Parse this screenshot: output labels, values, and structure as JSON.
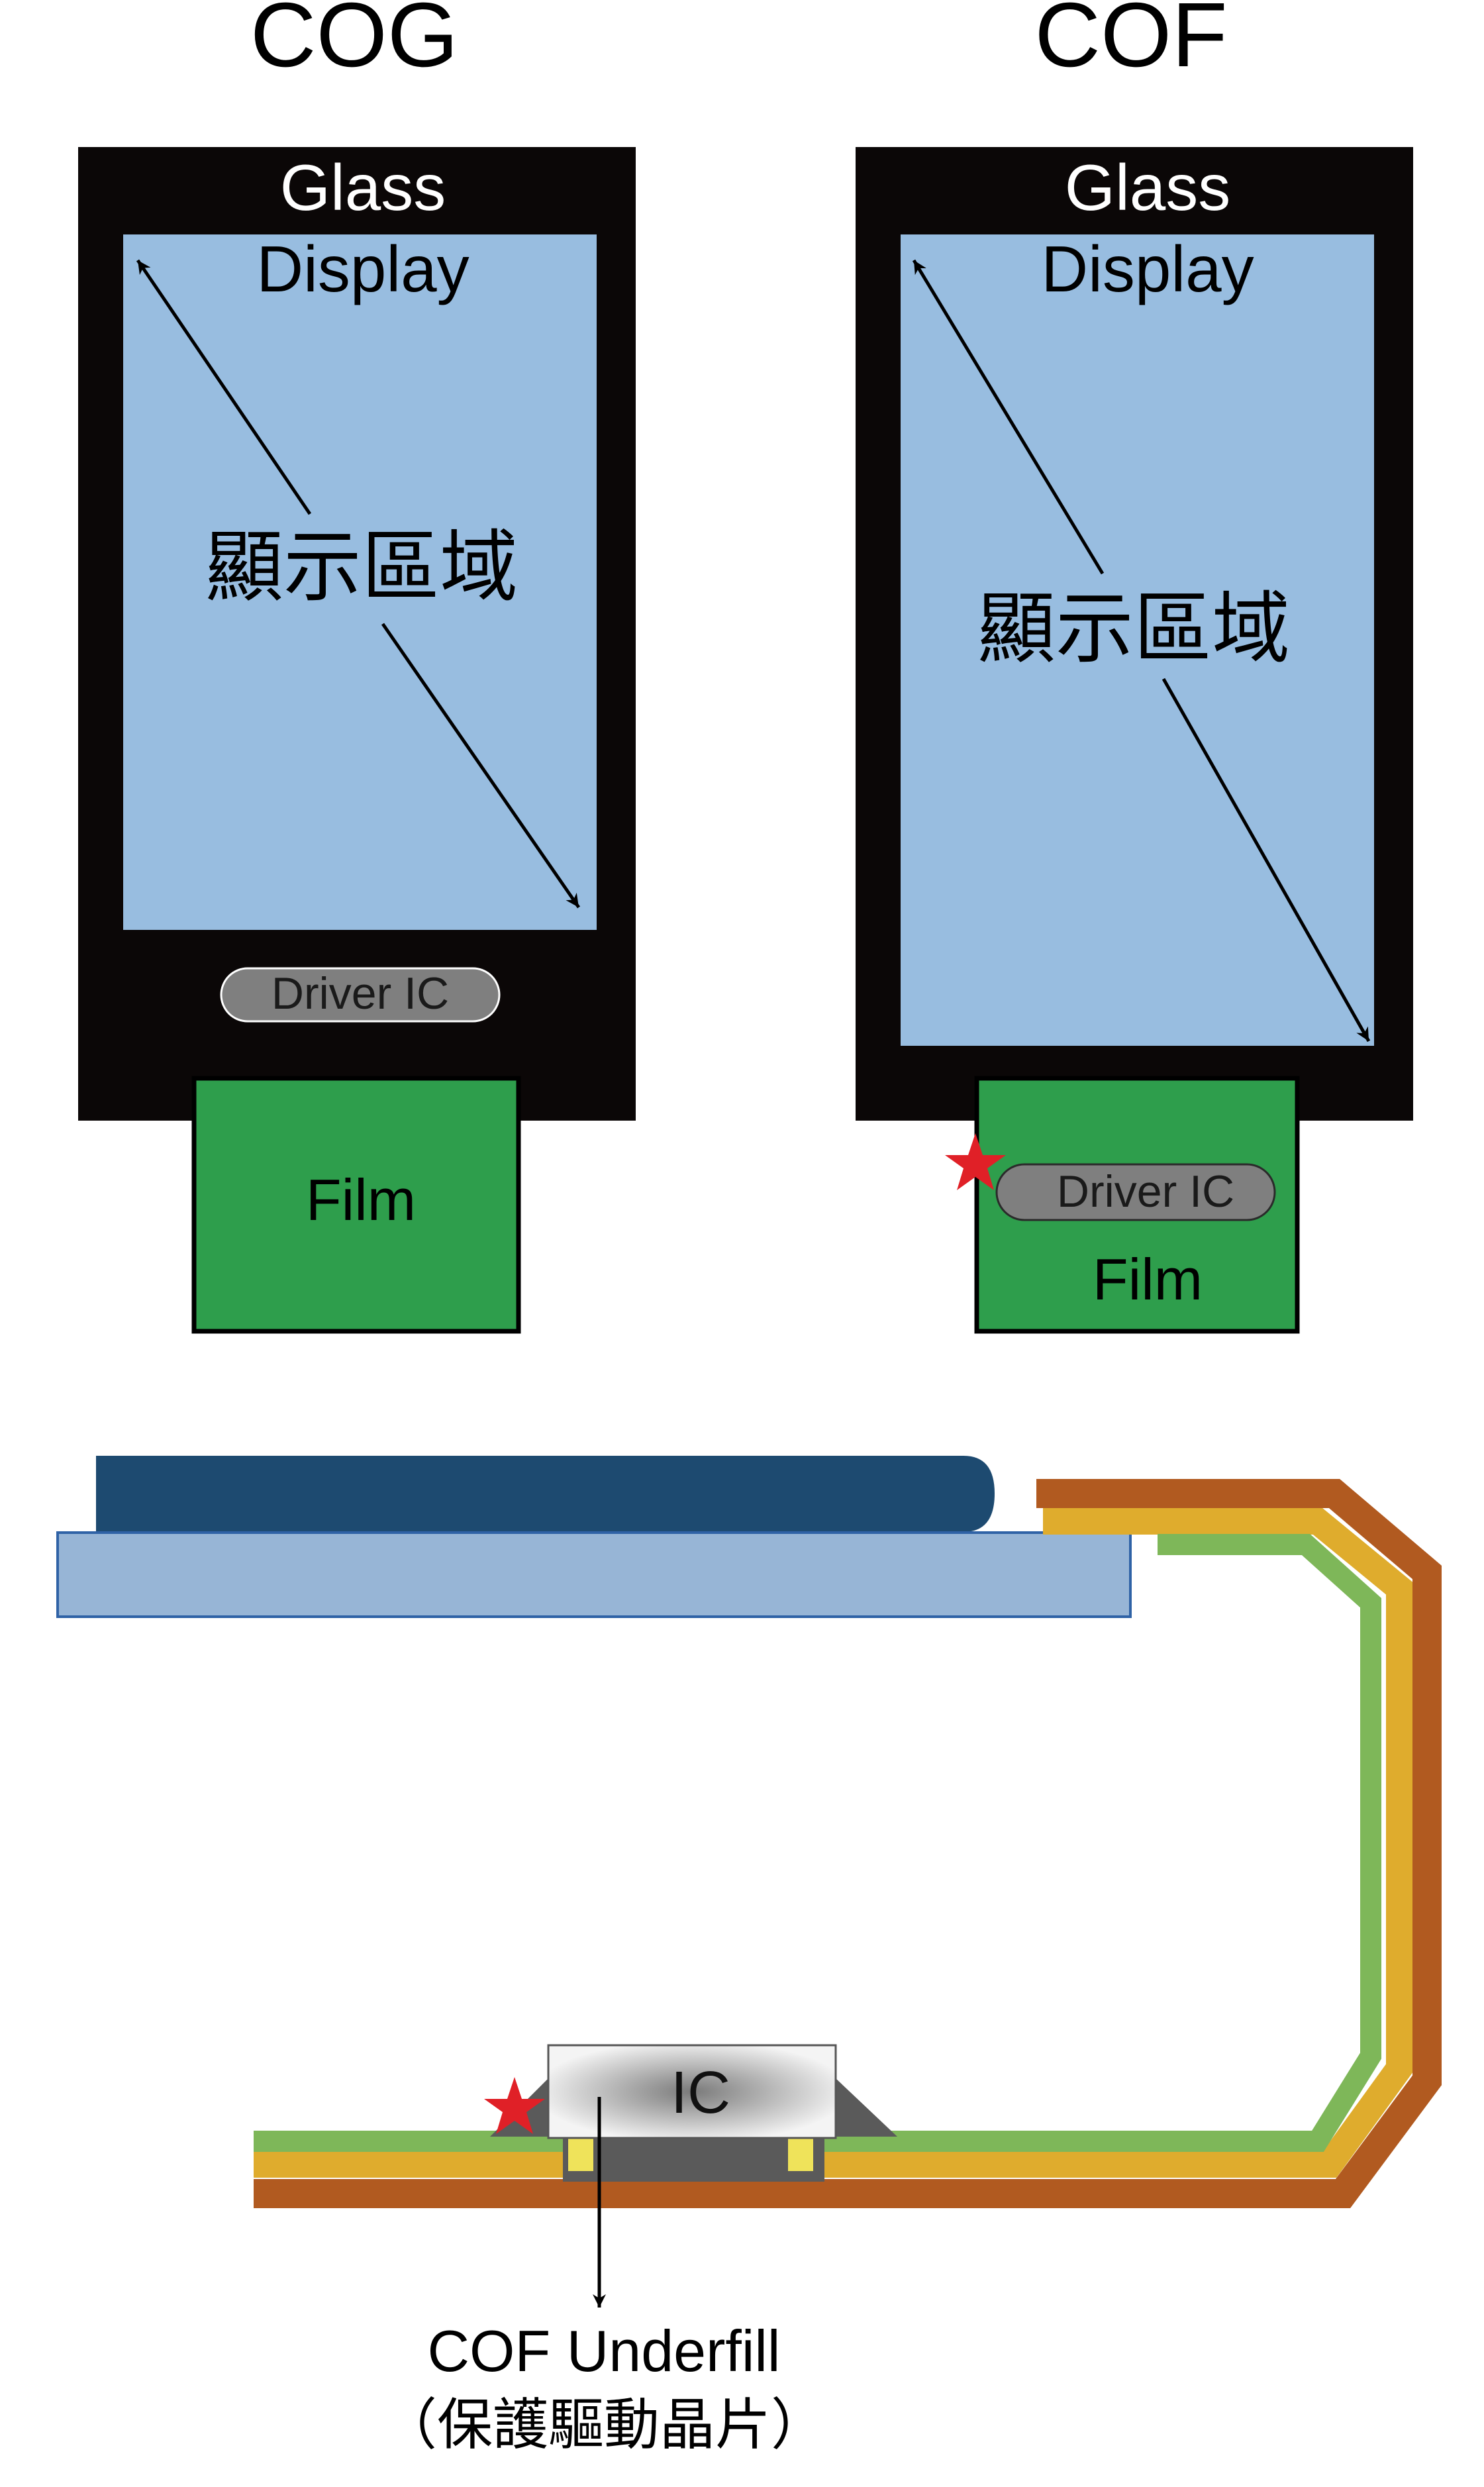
{
  "cog": {
    "title": "COG",
    "glass_label": "Glass",
    "display_label": "Display",
    "area_label": "顯示區域",
    "driver_label": "Driver IC",
    "film_label": "Film"
  },
  "cof": {
    "title": "COF",
    "glass_label": "Glass",
    "display_label": "Display",
    "area_label": "顯示區域",
    "driver_label": "Driver IC",
    "film_label": "Film"
  },
  "cross_section": {
    "ic_label": "IC",
    "underfill_label": "COF Underfill",
    "underfill_note": "（保護驅動晶片）"
  },
  "colors": {
    "frame": "#0b0707",
    "display": "#98bde0",
    "film": "#2e9e4c",
    "driver_ic": "#7f7f7f",
    "polarizer": "#1d4a70",
    "glass_substrate": "#97b5d6",
    "layer_brown": "#b15a20",
    "layer_yellow": "#dfac2d",
    "layer_green": "#7eb759",
    "underfill": "#5a5a5a",
    "bump": "#efe35a",
    "star": "#e02027"
  }
}
